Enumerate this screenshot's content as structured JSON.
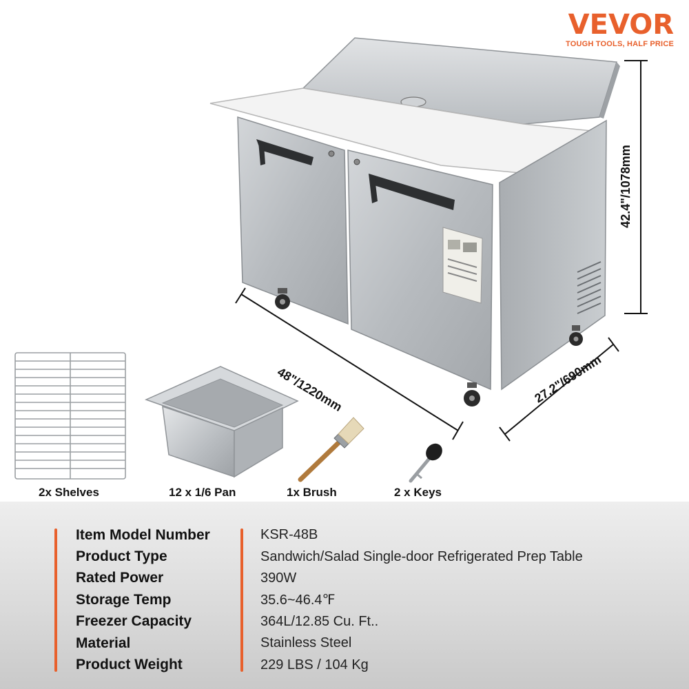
{
  "brand": {
    "logo": "VEVOR",
    "tagline": "TOUGH TOOLS, HALF PRICE"
  },
  "dimensions": {
    "height": "42.4\"/1078mm",
    "width": "48\"/1220mm",
    "depth": "27.2\"/690mm"
  },
  "accessories": [
    {
      "label": "2x Shelves",
      "icon": "wire-shelf-icon"
    },
    {
      "label": "12 x 1/6 Pan",
      "icon": "pan-icon"
    },
    {
      "label": "1x Brush",
      "icon": "brush-icon"
    },
    {
      "label": "2 x Keys",
      "icon": "key-icon"
    }
  ],
  "specs": [
    {
      "label": "Item Model Number",
      "value": "KSR-48B"
    },
    {
      "label": "Product Type",
      "value": "Sandwich/Salad Single-door Refrigerated Prep Table"
    },
    {
      "label": "Rated Power",
      "value": "390W"
    },
    {
      "label": "Storage Temp",
      "value": "35.6~46.4℉"
    },
    {
      "label": "Freezer Capacity",
      "value": "364L/12.85 Cu. Ft.."
    },
    {
      "label": "Material",
      "value": "Stainless Steel"
    },
    {
      "label": "Product Weight",
      "value": "229 LBS / 104 Kg"
    }
  ],
  "colors": {
    "accent": "#e8602c",
    "steel": "#bfc3c7",
    "panel": "#dddddd"
  }
}
